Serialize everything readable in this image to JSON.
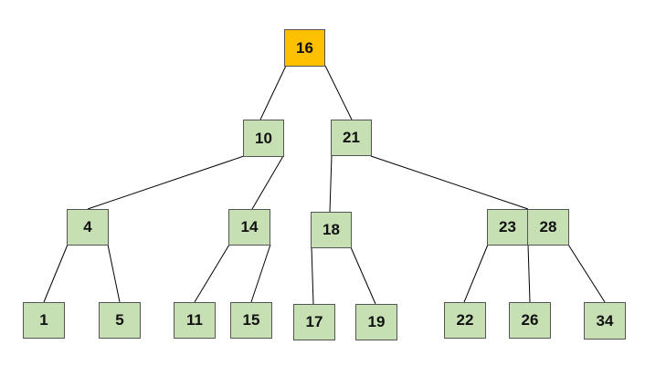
{
  "colors": {
    "root_fill": "#FFC000",
    "node_fill": "#C6E0B4",
    "border": "#555555",
    "edge": "#000000"
  },
  "tree": {
    "root": {
      "keys": [
        "16"
      ]
    },
    "level1": [
      {
        "keys": [
          "10"
        ]
      },
      {
        "keys": [
          "21"
        ]
      }
    ],
    "level2": [
      {
        "keys": [
          "4"
        ]
      },
      {
        "keys": [
          "14"
        ]
      },
      {
        "keys": [
          "18"
        ]
      },
      {
        "keys": [
          "23",
          "28"
        ]
      }
    ],
    "leaves": [
      {
        "keys": [
          "1"
        ]
      },
      {
        "keys": [
          "5"
        ]
      },
      {
        "keys": [
          "11"
        ]
      },
      {
        "keys": [
          "15"
        ]
      },
      {
        "keys": [
          "17"
        ]
      },
      {
        "keys": [
          "19"
        ]
      },
      {
        "keys": [
          "22"
        ]
      },
      {
        "keys": [
          "26"
        ]
      },
      {
        "keys": [
          "34"
        ]
      }
    ]
  }
}
